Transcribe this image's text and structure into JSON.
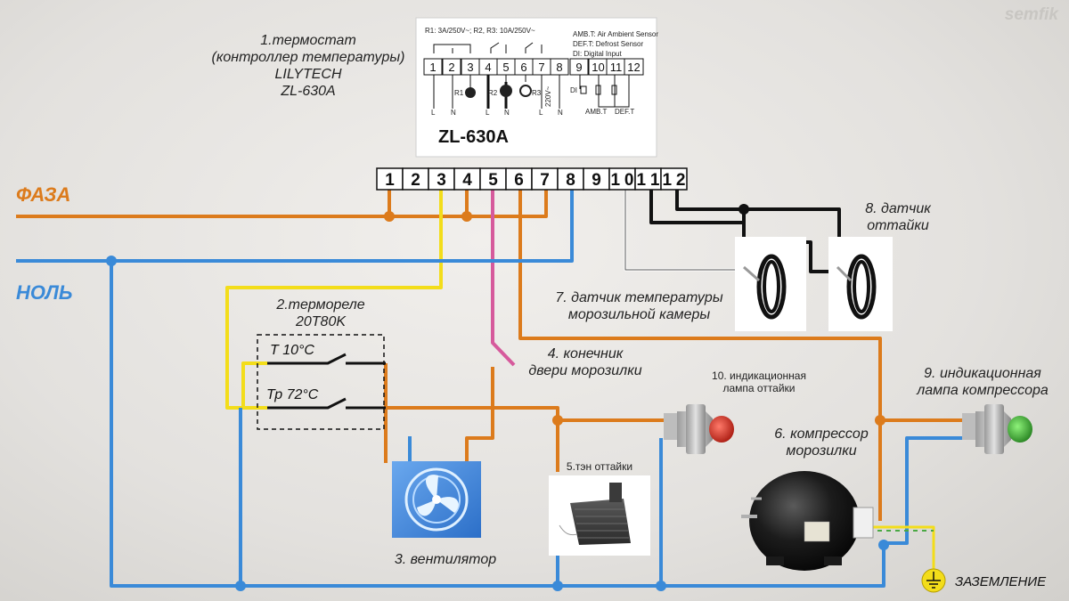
{
  "watermark": "semfik",
  "lines": {
    "phase": "ФАЗА",
    "neutral": "НОЛЬ",
    "ground": "ЗАЗЕМЛЕНИЕ"
  },
  "thermostat": {
    "label_lines": [
      "1.термостат",
      "(контроллер температуры)",
      "LILYTECH",
      "ZL-630A"
    ],
    "model": "ZL-630A",
    "rating": "R1: 3A/250V~; R2, R3: 10A/250V~",
    "sensor_notes": [
      "AMB.T: Air Ambient Sensor",
      "DEF.T: Defrost Sensor",
      "DI: Digital Input"
    ],
    "panel_terminals": [
      "1",
      "2",
      "3",
      "4",
      "5",
      "6",
      "7",
      "8",
      "9",
      "10",
      "11",
      "12"
    ],
    "panel_marks": {
      "r1": "R1",
      "r2": "R2",
      "r3": "R3",
      "l1": "L",
      "n1": "N",
      "l2": "L",
      "n2": "N",
      "l3": "L",
      "n3": "N",
      "v220": "220V~",
      "di": "DI",
      "amb": "AMB.T",
      "def": "DEF.T"
    }
  },
  "terminal_block": [
    "1",
    "2",
    "3",
    "4",
    "5",
    "6",
    "7",
    "8",
    "9",
    "10",
    "11",
    "12"
  ],
  "components": {
    "thermo_relay": [
      "2.термореле",
      "20T80K"
    ],
    "switch_t": "T 10°C",
    "switch_tp": "Тр 72°C",
    "fan": "3. вентилятор",
    "door": [
      "4. конечник",
      "двери морозилки"
    ],
    "heater": "5.тэн оттайки",
    "compressor": [
      "6. компрессор",
      "морозилки"
    ],
    "freezer_sensor": [
      "7. датчик температуры",
      "морозильной камеры"
    ],
    "defrost_sensor": [
      "8. датчик",
      "оттайки"
    ],
    "comp_lamp": [
      "9. индикационная",
      "лампа компрессора"
    ],
    "defrost_lamp": [
      "10. индикационная",
      "лампа оттайки"
    ]
  },
  "colors": {
    "phase": "#dc7b1c",
    "neutral": "#3a8ad8",
    "yellow": "#f3dd1a",
    "pink": "#d65a9c",
    "black": "#111111",
    "white": "#ffffff",
    "ground_green": "#4aa844",
    "lamp_red": "#d42a1c",
    "lamp_green": "#3aa83a"
  }
}
